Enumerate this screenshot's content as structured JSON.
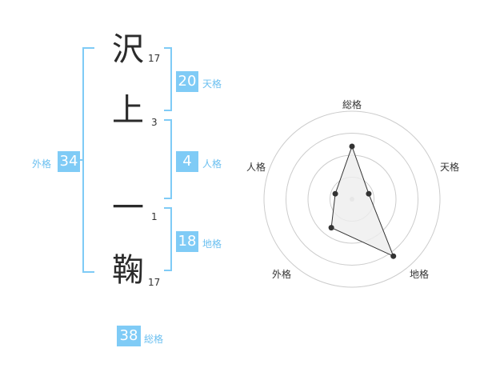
{
  "name": {
    "chars": [
      {
        "char": "沢",
        "strokes": "17"
      },
      {
        "char": "上",
        "strokes": "3"
      },
      {
        "char": "一",
        "strokes": "1"
      },
      {
        "char": "鞠",
        "strokes": "17"
      }
    ]
  },
  "fortune": {
    "tenkaku": {
      "value": "20",
      "label": "天格"
    },
    "jinkaku": {
      "value": "4",
      "label": "人格"
    },
    "chikaku": {
      "value": "18",
      "label": "地格"
    },
    "gaikaku": {
      "value": "34",
      "label": "外格"
    },
    "soukaku": {
      "value": "38",
      "label": "総格"
    }
  },
  "chart_data": {
    "type": "radar",
    "axes": [
      "総格",
      "天格",
      "地格",
      "外格",
      "人格"
    ],
    "values": [
      3,
      1,
      4,
      2,
      1
    ],
    "max": 5,
    "grid_rings": 4,
    "colors": {
      "fill": "#eeeeee",
      "line": "#333333",
      "grid": "#cccccc",
      "accent": "#7fcbf6"
    }
  }
}
